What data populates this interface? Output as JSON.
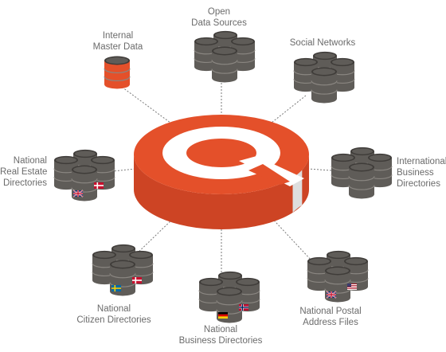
{
  "colors": {
    "hub_top": "#e4502a",
    "hub_side": "#cd4424",
    "hub_side_dark": "#b33a1f",
    "hub_inner": "#ffffff",
    "hub_band": "#dedede",
    "db": "#5f5c58",
    "db_dark": "#3f3c39",
    "db_ring": "#8a8681",
    "db_highlight": "#e4502a",
    "connector": "#7a7a7a",
    "label": "#6b6b6b"
  },
  "hub_icon": "q-logo-ring",
  "nodes": {
    "master": {
      "lines": [
        "Internal",
        "Master Data"
      ],
      "icon": "single-database-icon-highlighted"
    },
    "open": {
      "lines": [
        "Open",
        "Data Sources"
      ],
      "icon": "database-cluster-icon"
    },
    "social": {
      "lines": [
        "Social Networks"
      ],
      "icon": "database-cluster-icon"
    },
    "realestate": {
      "lines": [
        "National",
        "Real Estate",
        "Directories"
      ],
      "icon": "database-cluster-icon",
      "flags": [
        "uk",
        "dk"
      ]
    },
    "intl": {
      "lines": [
        "International",
        "Business",
        "Directories"
      ],
      "icon": "database-cluster-icon"
    },
    "citizen": {
      "lines": [
        "National",
        "Citizen Directories"
      ],
      "icon": "database-cluster-icon",
      "flags": [
        "se",
        "dk"
      ]
    },
    "business": {
      "lines": [
        "National",
        "Business Directories"
      ],
      "icon": "database-cluster-icon",
      "flags": [
        "de",
        "no"
      ]
    },
    "postal": {
      "lines": [
        "National Postal",
        "Address Files"
      ],
      "icon": "database-cluster-icon",
      "flags": [
        "uk",
        "us"
      ]
    }
  }
}
